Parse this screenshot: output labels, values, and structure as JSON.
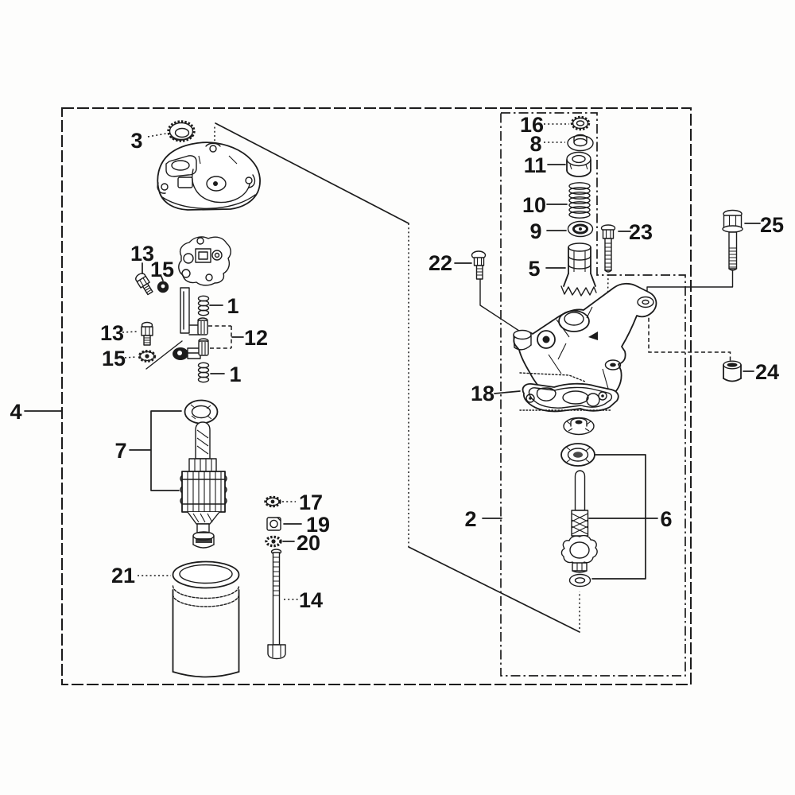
{
  "diagram": {
    "kind": "exploded-parts-diagram",
    "colors": {
      "ink": "#1c1c1c",
      "paper": "#fdfdfc"
    }
  },
  "callouts": [
    {
      "label": "3"
    },
    {
      "label": "13"
    },
    {
      "label": "15"
    },
    {
      "label": "1"
    },
    {
      "label": "13"
    },
    {
      "label": "12"
    },
    {
      "label": "15"
    },
    {
      "label": "1"
    },
    {
      "label": "4"
    },
    {
      "label": "7"
    },
    {
      "label": "17"
    },
    {
      "label": "19"
    },
    {
      "label": "20"
    },
    {
      "label": "21"
    },
    {
      "label": "14"
    },
    {
      "label": "16"
    },
    {
      "label": "8"
    },
    {
      "label": "11"
    },
    {
      "label": "10"
    },
    {
      "label": "9"
    },
    {
      "label": "5"
    },
    {
      "label": "22"
    },
    {
      "label": "23"
    },
    {
      "label": "25"
    },
    {
      "label": "24"
    },
    {
      "label": "18"
    },
    {
      "label": "2"
    },
    {
      "label": "6"
    }
  ]
}
